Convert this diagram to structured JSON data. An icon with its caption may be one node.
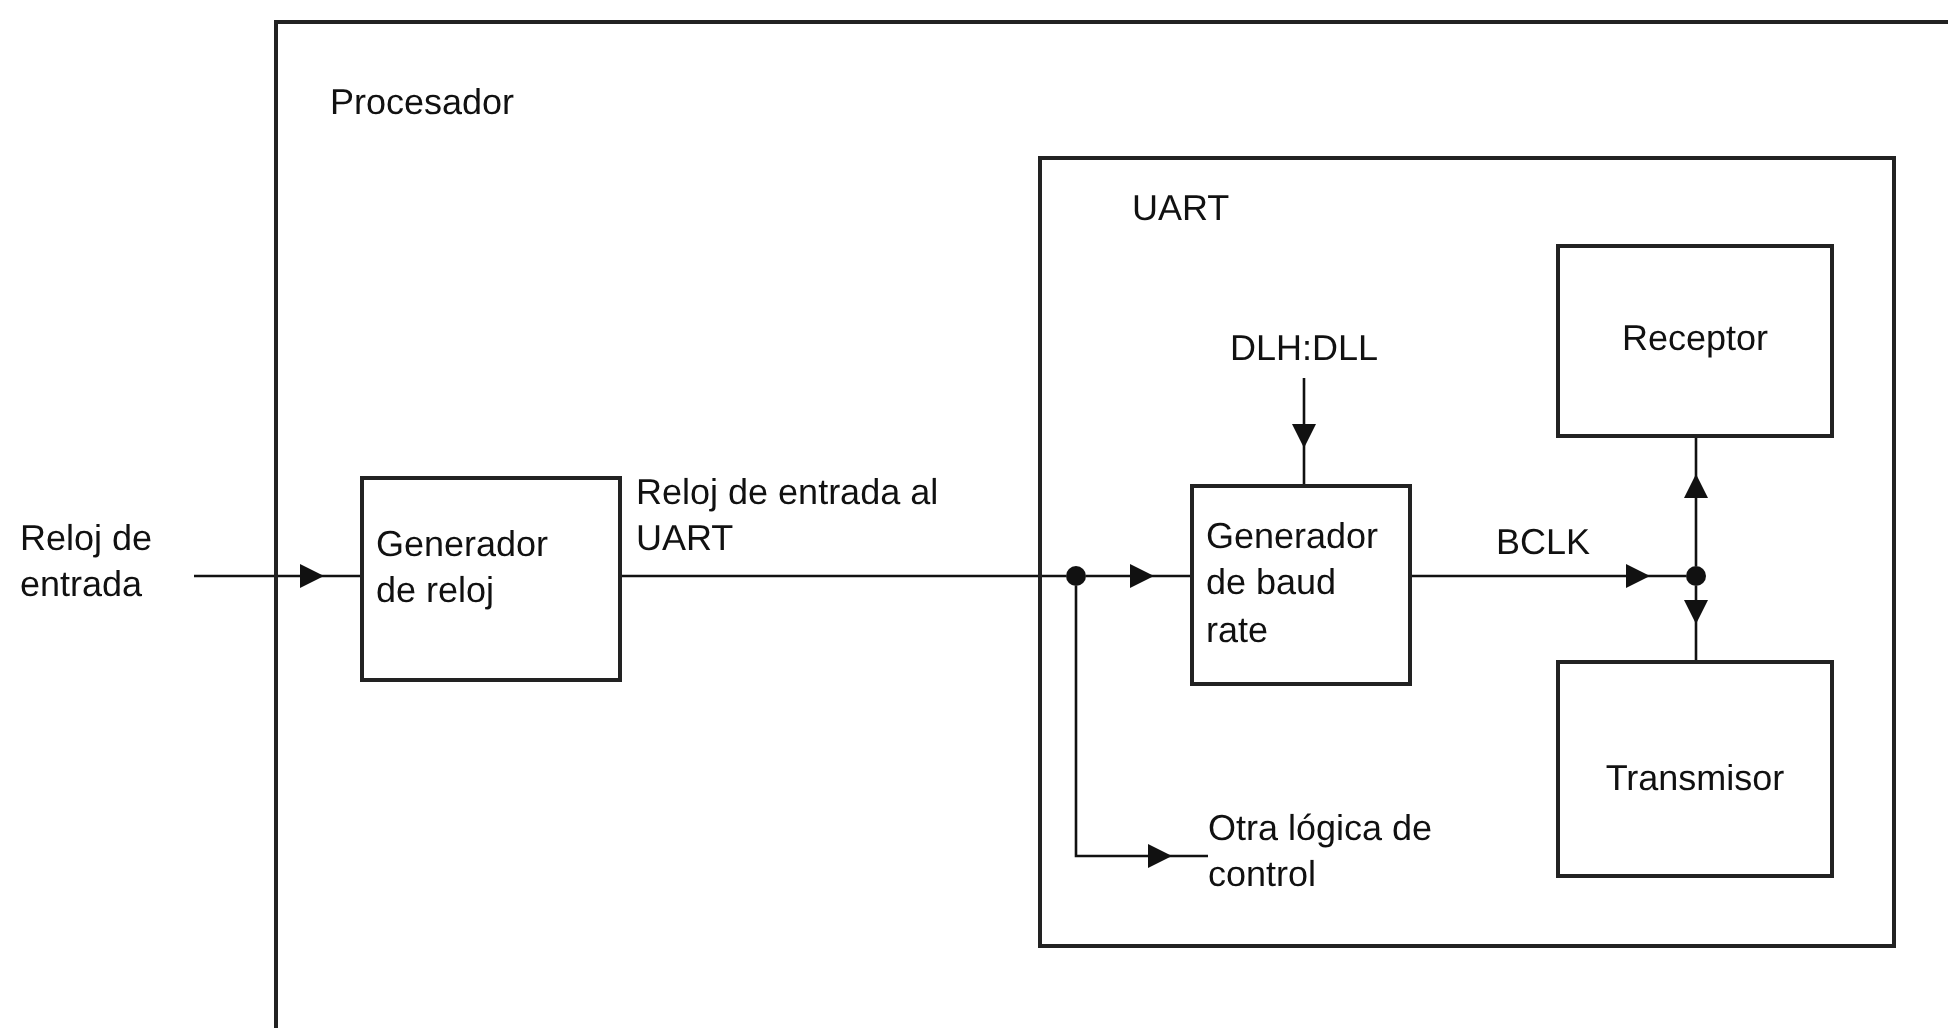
{
  "diagram": {
    "nodes": [
      {
        "text": [
          "Procesador"
        ]
      },
      {
        "text": [
          "Reloj de entrada"
        ]
      },
      {
        "text": [
          "Generador de reloj"
        ],
        "in": 0
      },
      {
        "text": [
          "UART"
        ],
        "in": 0
      },
      {
        "text": [],
        "shape": "circle",
        "in": 3
      },
      {
        "text": [
          "Generador de baud rate"
        ],
        "in": 3
      },
      {
        "text": [
          "DLH:DLL"
        ],
        "in": 3
      },
      {
        "text": [
          "Otra lógica de control"
        ],
        "in": 3
      },
      {
        "text": [],
        "shape": "circle",
        "in": 3
      },
      {
        "text": [
          "Receptor"
        ],
        "in": 3
      },
      {
        "text": [
          "Transmisor"
        ],
        "in": 3
      }
    ],
    "edges": [
      {
        "from": 1,
        "to": 2,
        "arrow": "to"
      },
      {
        "from": 2,
        "to": 4,
        "arrow": "none",
        "label": "Reloj de entrada al UART"
      },
      {
        "from": 4,
        "to": 5,
        "arrow": "to"
      },
      {
        "from": 4,
        "to": 7,
        "arrow": "to"
      },
      {
        "from": 6,
        "to": 5,
        "arrow": "to"
      },
      {
        "from": 5,
        "to": 8,
        "arrow": "to",
        "label": "BCLK"
      },
      {
        "from": 8,
        "to": 9,
        "arrow": "to"
      },
      {
        "from": 8,
        "to": 10,
        "arrow": "to"
      }
    ]
  }
}
